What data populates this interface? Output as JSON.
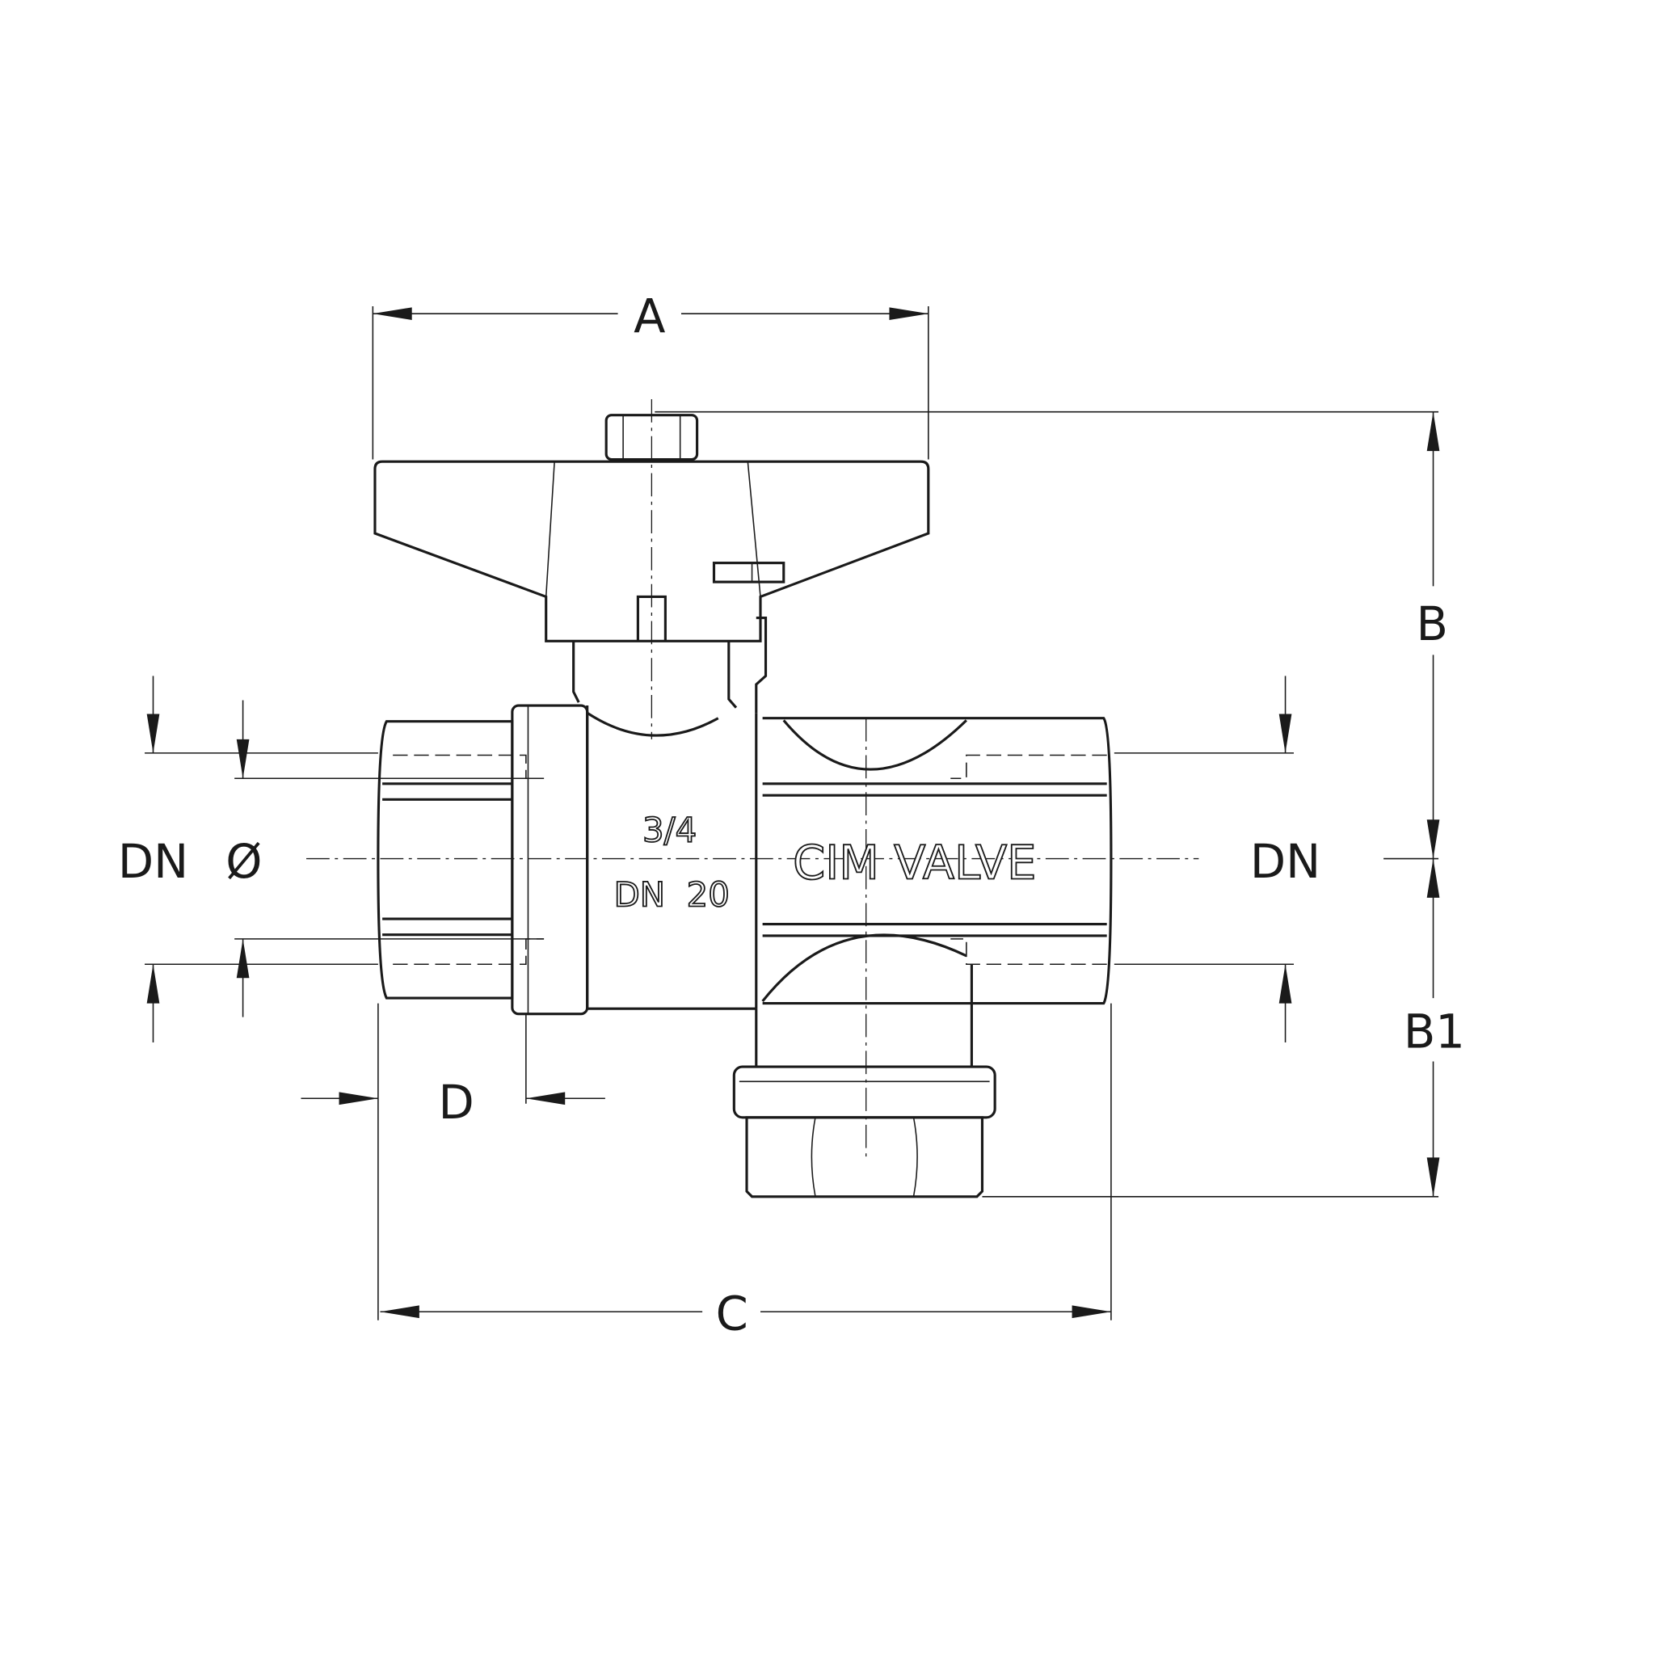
{
  "drawing": {
    "dimensions": {
      "A": "A",
      "B": "B",
      "B1": "B1",
      "C": "C",
      "D": "D",
      "DN_left": "DN",
      "diameter": "Ø",
      "DN_right": "DN"
    },
    "body_markings": {
      "size_inch": "3/4",
      "size_dn": "DN  20",
      "brand": "CIM VALVE"
    },
    "line_color": "#1a1a1a"
  }
}
